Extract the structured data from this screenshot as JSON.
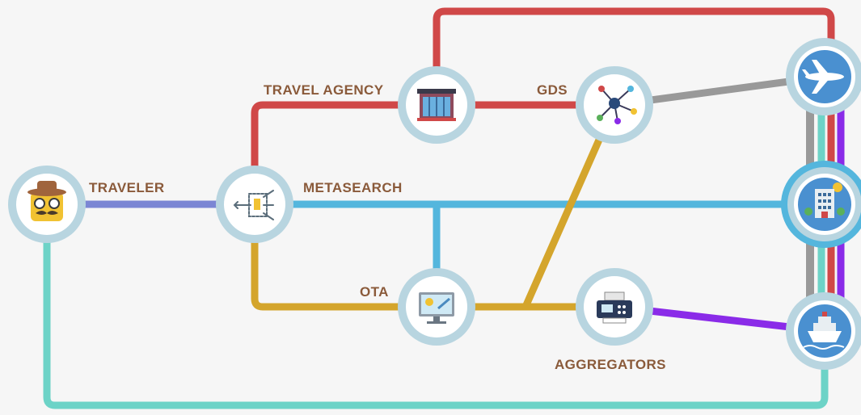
{
  "labels": {
    "traveler": "TRAVELER",
    "metasearch": "METASEARCH",
    "travel_agency": "TRAVEL AGENCY",
    "gds": "GDS",
    "ota": "OTA",
    "aggregators": "AGGREGATORS"
  },
  "colors": {
    "background": "#f6f6f6",
    "label": "#8a5a3a",
    "line_traveler_metasearch": "#7b86d4",
    "line_travel_agency": "#d04848",
    "line_metasearch": "#54b6dd",
    "line_ota": "#d4a52c",
    "line_aggregators": "#8a2be8",
    "line_gds_airline": "#999999",
    "line_traveler_cruise": "#6dd3c7",
    "node_ring": "#b8d5e0",
    "node_fill": "#ffffff"
  },
  "nodes": [
    {
      "id": "traveler",
      "icon": "traveler-icon"
    },
    {
      "id": "metasearch",
      "icon": "metasearch-icon"
    },
    {
      "id": "travel_agency",
      "icon": "storefront-icon"
    },
    {
      "id": "gds",
      "icon": "network-hub-icon"
    },
    {
      "id": "ota",
      "icon": "computer-monitor-icon"
    },
    {
      "id": "aggregators",
      "icon": "fax-printer-icon"
    },
    {
      "id": "airline",
      "icon": "airplane-icon"
    },
    {
      "id": "hotel",
      "icon": "hotel-icon"
    },
    {
      "id": "cruise",
      "icon": "cruise-ship-icon"
    }
  ]
}
